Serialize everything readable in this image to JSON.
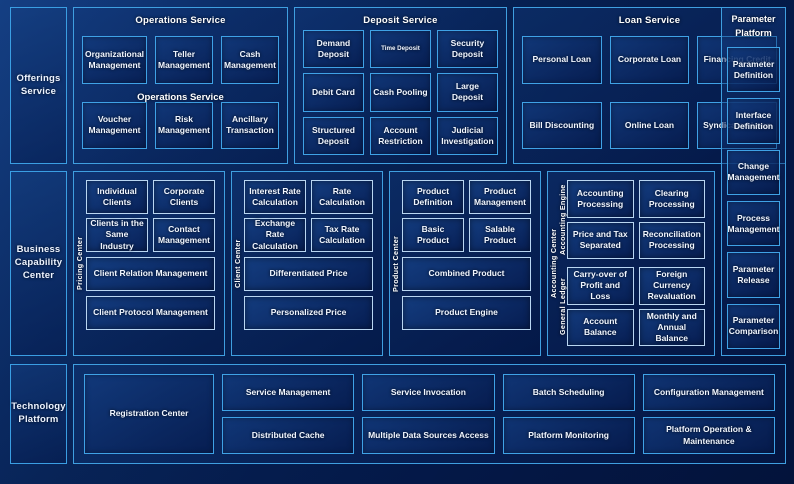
{
  "rows": [
    {
      "key": "offerings",
      "label": "Offerings Service",
      "panels": [
        {
          "title": "Operations Service",
          "duplicate_title": "Operations Service",
          "tiles": [
            "Organizational Management",
            "Teller Management",
            "Cash Management",
            "Voucher Management",
            "Risk Management",
            "Ancillary Transaction"
          ]
        },
        {
          "title": "Deposit Service",
          "tiles": [
            "Demand Deposit",
            "Time Deposit",
            "Security Deposit",
            "Debit Card",
            "Cash Pooling",
            "Large Deposit",
            "Structured Deposit",
            "Account Restriction",
            "Judicial Investigation"
          ]
        },
        {
          "title": "Loan Service",
          "tiles": [
            "Personal Loan",
            "Corporate Loan",
            "Financing Credit",
            "Bill Discounting",
            "Online Loan",
            "Syndicated Loan"
          ]
        }
      ]
    },
    {
      "key": "business",
      "label": "Business Capability Center",
      "centers": [
        {
          "caption": "Pricing Center",
          "pair": [
            "Individual Clients",
            "Corporate Clients",
            "Clients in the Same Industry",
            "Contact Management"
          ],
          "wide": [
            "Client Relation Management",
            "Client Protocol Management"
          ]
        },
        {
          "caption": "Client Center",
          "pair": [
            "Interest Rate Calculation",
            "Rate Calculation",
            "Exchange Rate Calculation",
            "Tax Rate Calculation"
          ],
          "wide": [
            "Differentiated Price",
            "Personalized Price"
          ]
        },
        {
          "caption": "Product Center",
          "pair": [
            "Product Definition",
            "Product Management",
            "Basic Product",
            "Salable Product"
          ],
          "wide": [
            "Combined Product",
            "Product Engine"
          ]
        },
        {
          "caption": "Accounting Center",
          "groups": [
            {
              "caption": "Accounting Engine",
              "tiles": [
                "Accounting Processing",
                "Clearing Processing",
                "Price and Tax Separated",
                "Reconciliation Processing"
              ]
            },
            {
              "caption": "General Ledger",
              "tiles": [
                "Carry-over of Profit and Loss",
                "Foreign Currency Revaluation",
                "Account Balance",
                "Monthly and Annual Balance"
              ]
            }
          ]
        }
      ]
    },
    {
      "key": "technology",
      "label": "Technology Platform",
      "primary": "Registration Center",
      "columns": [
        [
          "Service Management",
          "Distributed Cache"
        ],
        [
          "Service Invocation",
          "Multiple Data Sources Access"
        ],
        [
          "Batch Scheduling",
          "Platform Monitoring"
        ],
        [
          "Configuration Management",
          "Platform Operation & Maintenance"
        ]
      ]
    }
  ],
  "rail": {
    "title": "Parameter Platform",
    "items": [
      "Parameter Definition",
      "Interface Definition",
      "Change Management",
      "Process Management",
      "Parameter Release",
      "Parameter Comparison"
    ]
  },
  "colors": {
    "background": "#062051",
    "border": "#3f9fe0",
    "tile_border": "#3fa2e6",
    "tile_border_pale": "#b9d6f2",
    "text": "#f2f7ff"
  }
}
